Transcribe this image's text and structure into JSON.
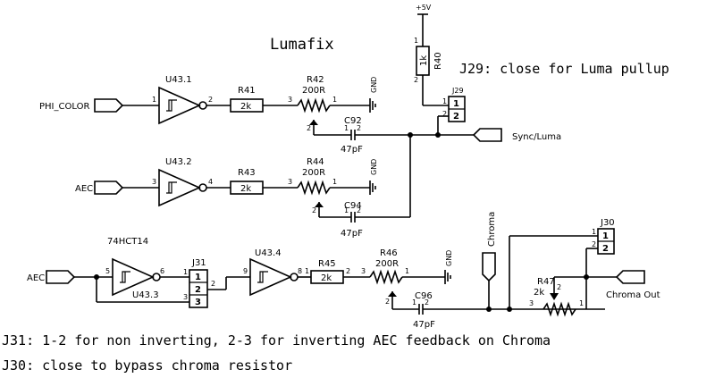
{
  "title": "Lumafix",
  "power": {
    "vcc": "+5V",
    "gnd": "GND"
  },
  "ports": {
    "phi_color": "PHI_COLOR",
    "aec1": "AEC",
    "aec2": "AEC",
    "sync_luma": "Sync/Luma",
    "chroma_in": "Chroma",
    "chroma_out": "Chroma Out"
  },
  "parts": {
    "u43_1": "U43.1",
    "u43_2": "U43.2",
    "u43_3": "U43.3",
    "u43_4": "U43.4",
    "hct": "74HCT14",
    "r40": "R40",
    "r40_val": "1k",
    "r41": "R41",
    "r41_val": "2k",
    "r42": "R42",
    "r42_val": "200R",
    "r43": "R43",
    "r43_val": "2k",
    "r44": "R44",
    "r44_val": "200R",
    "r45": "R45",
    "r45_val": "2k",
    "r46": "R46",
    "r46_val": "200R",
    "r47": "R47",
    "r47_val": "2k",
    "c92": "C92",
    "c92_val": "47pF",
    "c94": "C94",
    "c94_val": "47pF",
    "c96": "C96",
    "c96_val": "47pF",
    "j29": "J29",
    "j30": "J30",
    "j31": "J31"
  },
  "pins": {
    "p1": "1",
    "p2": "2",
    "p3": "3",
    "p4": "4",
    "p5": "5",
    "p6": "6",
    "p8": "8",
    "p9": "9"
  },
  "notes": {
    "j29": "J29: close for Luma pullup",
    "j31": "J31: 1-2 for non inverting, 2-3 for inverting AEC feedback on Chroma",
    "j30": "J30: close to bypass chroma resistor"
  }
}
